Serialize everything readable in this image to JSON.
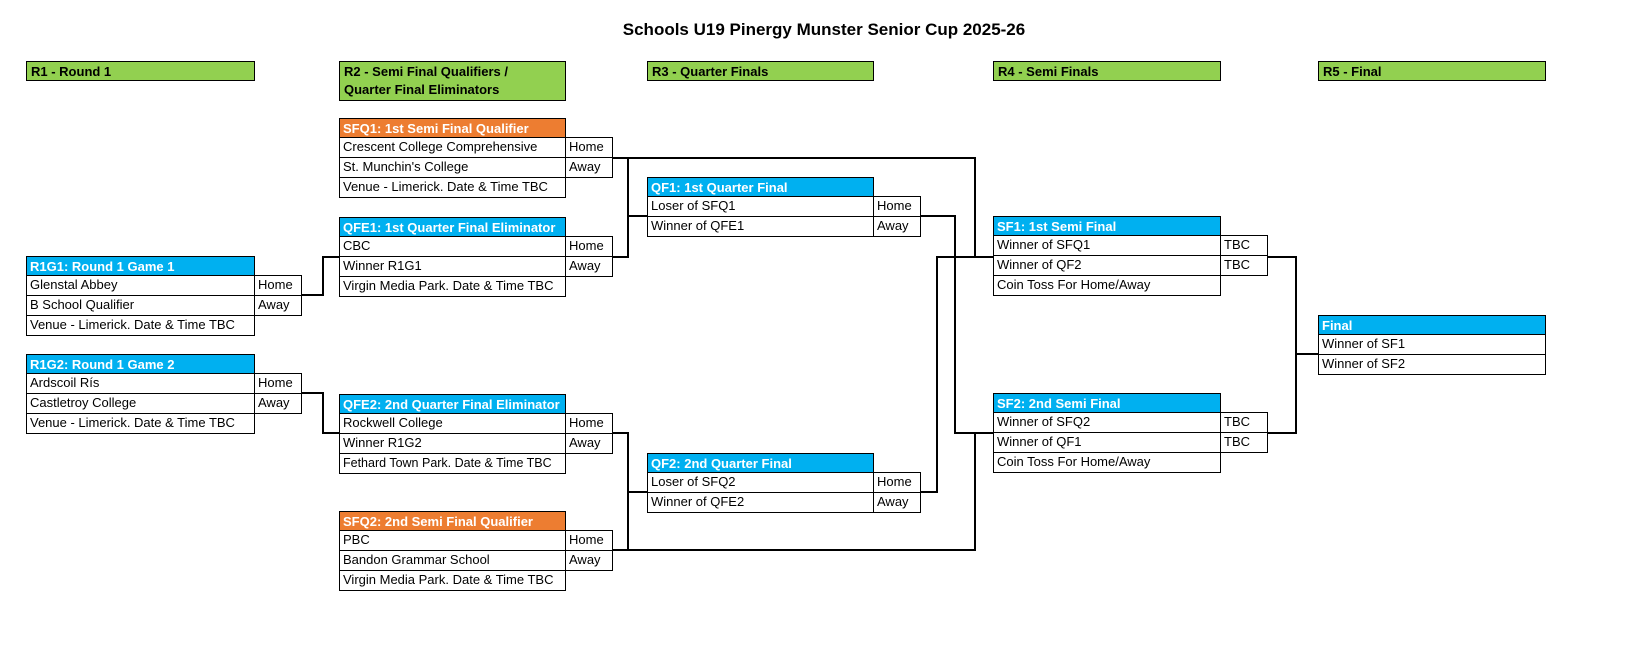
{
  "title": "Schools U19 Pinergy Munster Senior Cup 2025-26",
  "rounds": [
    {
      "label": "R1 - Round 1"
    },
    {
      "label_line1": "R2 - Semi Final Qualifiers /",
      "label_line2": "Quarter Final Eliminators"
    },
    {
      "label": "R3 - Quarter Finals"
    },
    {
      "label": "R4 - Semi Finals"
    },
    {
      "label": "R5 - Final"
    }
  ],
  "colors": {
    "round_header": "#92d050",
    "match_header": "#00b0f0",
    "qualifier_header": "#ed7d31"
  },
  "matches": {
    "r1g1": {
      "title": "R1G1: Round 1  Game 1",
      "team1": "Glenstal Abbey",
      "tag1": "Home",
      "team2": "B School Qualifier",
      "tag2": "Away",
      "venue": "Venue - Limerick.  Date & Time TBC"
    },
    "r1g2": {
      "title": "R1G2: Round 1 Game 2",
      "team1": "Ardscoil Rís",
      "tag1": "Home",
      "team2": "Castletroy College",
      "tag2": "Away",
      "venue": "Venue - Limerick.  Date & Time TBC"
    },
    "sfq1": {
      "title": "SFQ1: 1st Semi Final Qualifier",
      "team1": "Crescent College Comprehensive",
      "tag1": "Home",
      "team2": "St. Munchin's College",
      "tag2": "Away",
      "venue": "Venue - Limerick.  Date & Time TBC"
    },
    "qfe1": {
      "title": "QFE1: 1st Quarter Final Eliminator",
      "team1": "CBC",
      "tag1": "Home",
      "team2": "Winner R1G1",
      "tag2": "Away",
      "venue": "Virgin Media Park.  Date & Time TBC"
    },
    "qfe2": {
      "title": "QFE2: 2nd Quarter Final Eliminator",
      "team1": "Rockwell College",
      "tag1": "Home",
      "team2": "Winner R1G2",
      "tag2": "Away",
      "venue": "Fethard Town Park.  Date & Time TBC"
    },
    "sfq2": {
      "title": "SFQ2: 2nd Semi Final Qualifier",
      "team1": "PBC",
      "tag1": "Home",
      "team2": "Bandon Grammar School",
      "tag2": "Away",
      "venue": "Virgin Media Park.  Date & Time TBC"
    },
    "qf1": {
      "title": "QF1: 1st Quarter Final",
      "team1": "Loser of SFQ1",
      "tag1": "Home",
      "team2": "Winner of QFE1",
      "tag2": "Away"
    },
    "qf2": {
      "title": "QF2: 2nd Quarter Final",
      "team1": "Loser of SFQ2",
      "tag1": "Home",
      "team2": "Winner of QFE2",
      "tag2": "Away"
    },
    "sf1": {
      "title": "SF1: 1st Semi Final",
      "team1": "Winner of SFQ1",
      "tag1": "TBC",
      "team2": "Winner of QF2",
      "tag2": "TBC",
      "venue": "Coin Toss For Home/Away"
    },
    "sf2": {
      "title": "SF2: 2nd Semi Final",
      "team1": "Winner of SFQ2",
      "tag1": "TBC",
      "team2": "Winner of QF1",
      "tag2": "TBC",
      "venue": "Coin Toss For Home/Away"
    },
    "final": {
      "title": "Final",
      "team1": "Winner of SF1",
      "team2": "Winner of SF2"
    }
  }
}
